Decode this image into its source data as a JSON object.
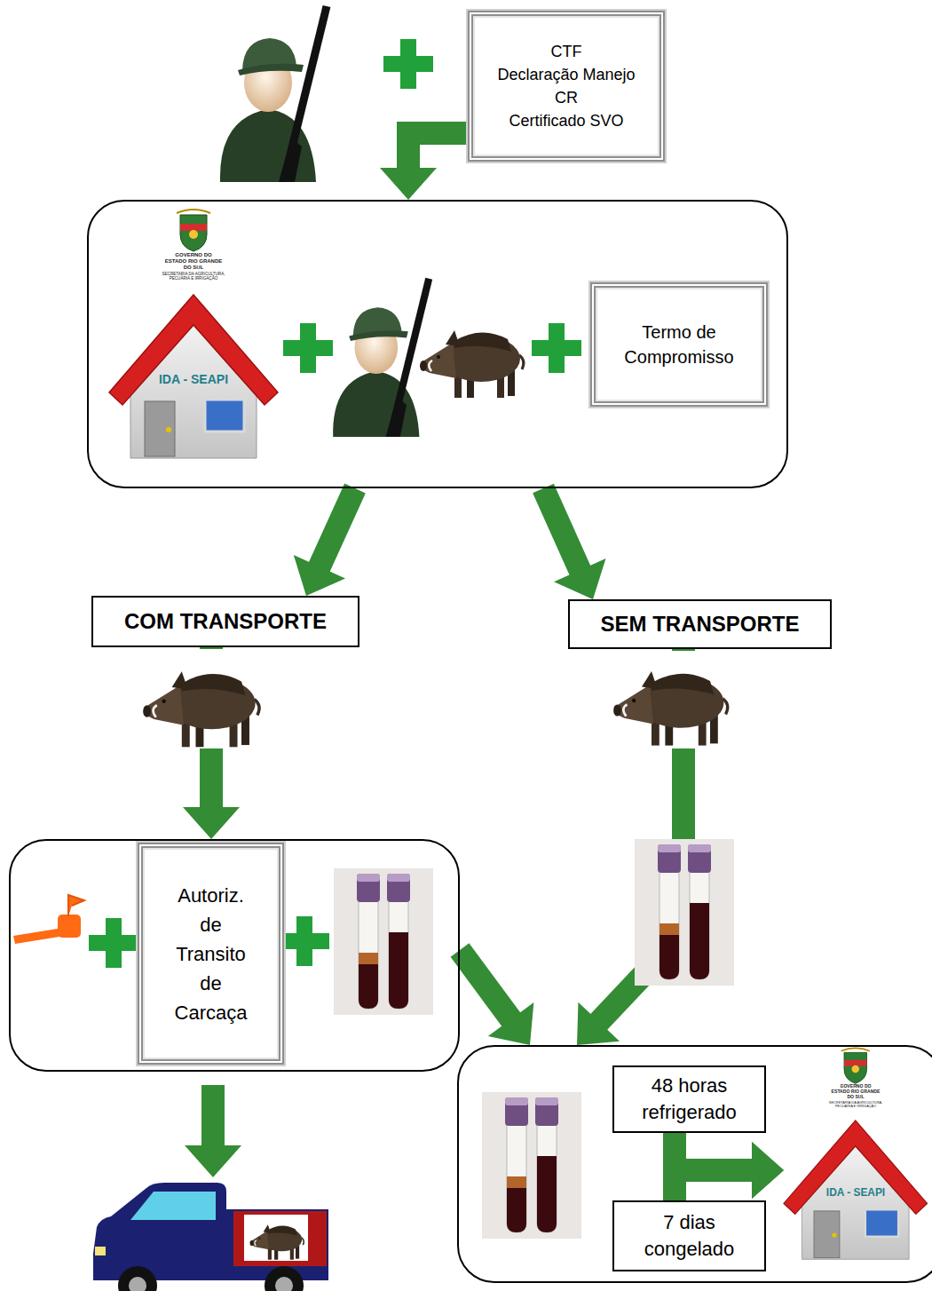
{
  "diagram": {
    "nodes": [
      {
        "text": [
          "CTF",
          "Declaração Manejo",
          "CR",
          "Certificado SVO"
        ]
      },
      {
        "text": []
      },
      {
        "text": [
          "GOVERNO DO ESTADO RIO GRANDE DO SUL",
          "SECRETARIA DA AGRICULTURA, PECUÁRIA E IRRIGAÇÃO",
          "IDA - SEAPI"
        ],
        "in": 1
      },
      {
        "text": [
          "Termo de Compromisso"
        ],
        "in": 1
      },
      {
        "text": [
          "COM TRANSPORTE"
        ]
      },
      {
        "text": [
          "SEM TRANSPORTE"
        ]
      },
      {
        "text": []
      },
      {
        "text": [
          "Autoriz. de Transito de Carcaça"
        ],
        "in": 6
      },
      {
        "text": []
      },
      {
        "text": [
          "48 horas refrigerado"
        ],
        "in": 8
      },
      {
        "text": [
          "7 dias congelado"
        ],
        "in": 8
      },
      {
        "text": [
          "GOVERNO DO ESTADO RIO GRANDE DO SUL",
          "SECRETARIA DA AGRICULTURA, PECUÁRIA E IRRIGAÇÃO",
          "IDA - SEAPI"
        ],
        "in": 8
      }
    ],
    "edges": [
      {
        "from": 0,
        "to": 1,
        "arrow": "to"
      },
      {
        "from": 1,
        "to": 4,
        "arrow": "to"
      },
      {
        "from": 1,
        "to": 5,
        "arrow": "to"
      },
      {
        "from": 4,
        "to": 6,
        "arrow": "to"
      },
      {
        "from": 5,
        "to": 8,
        "arrow": "to"
      },
      {
        "from": 6,
        "to": 8,
        "arrow": "to"
      },
      {
        "from": 9,
        "to": 11,
        "arrow": "to"
      },
      {
        "from": 10,
        "to": 11,
        "arrow": "to"
      }
    ]
  }
}
